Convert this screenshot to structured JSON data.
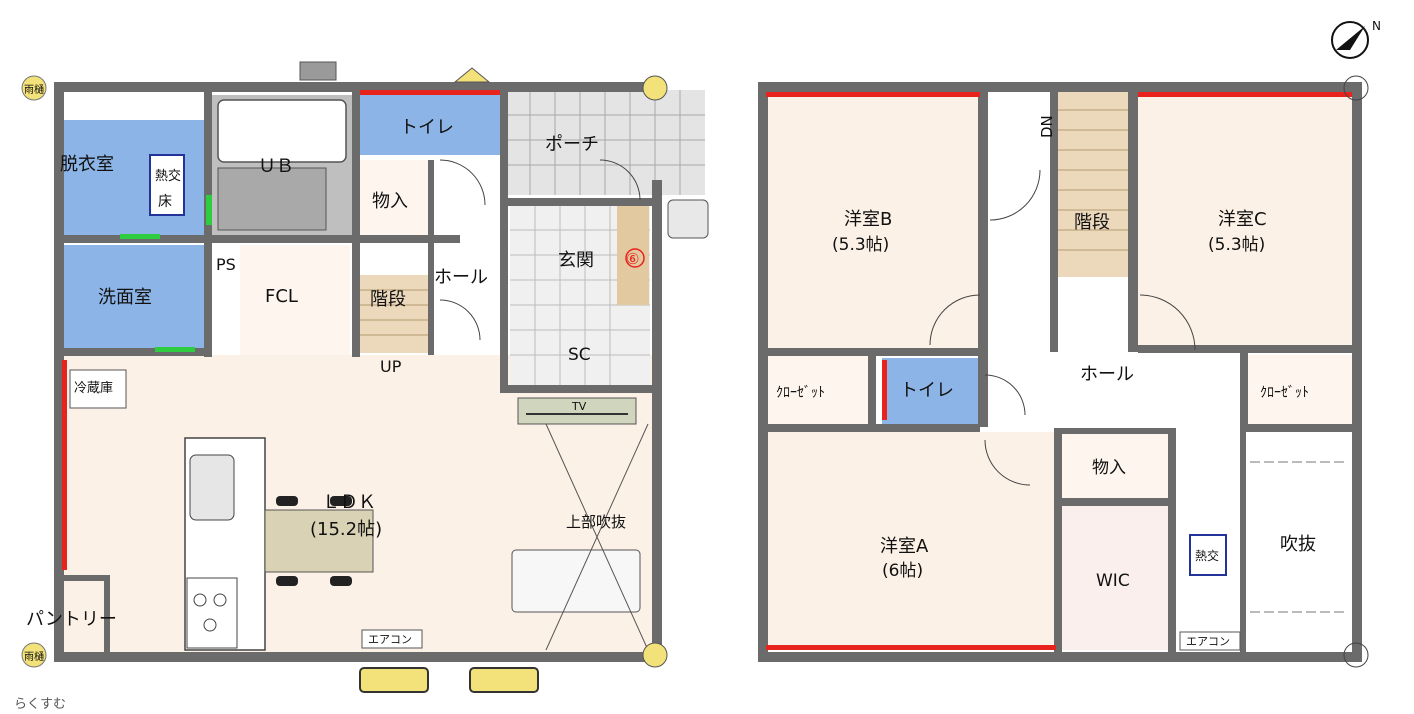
{
  "floor1": {
    "rooms": {
      "datsuishitsu": "脱衣室",
      "ub": "ＵＢ",
      "toilet": "トイレ",
      "porch": "ポーチ",
      "monoire": "物入",
      "ps": "PS",
      "fcl": "FCL",
      "kaidan": "階段",
      "hall": "ホール",
      "genkan": "玄関",
      "senmen": "洗面室",
      "sc": "SC",
      "up": "UP",
      "reizouko": "冷蔵庫",
      "tv": "TV",
      "ldk": "ＬＤＫ",
      "ldk_size": "(15.2帖)",
      "fukinuke_above": "上部吹抜",
      "pantry": "パントリー",
      "aircon": "エアコン",
      "netsu": "熱交",
      "yuka": "床",
      "amadoi": "雨樋",
      "six": "⑥"
    }
  },
  "floor2": {
    "rooms": {
      "western_b": "洋室B",
      "western_b_size": "(5.3帖)",
      "dn": "DN",
      "kaidan": "階段",
      "western_c": "洋室C",
      "western_c_size": "(5.3帖)",
      "closet": "ｸﾛｰｾﾞｯﾄ",
      "toilet": "トイレ",
      "hall": "ホール",
      "monoire": "物入",
      "western_a": "洋室A",
      "western_a_size": "(6帖)",
      "wic": "WIC",
      "fukinuke": "吹抜",
      "aircon": "エアコン",
      "netsu": "熱交"
    }
  },
  "watermark": "らくすむ",
  "compass": "N",
  "colors": {
    "wet_area": "#8db4e6",
    "floor_fill": "#fcf1e6",
    "stair_fill": "#ecd9bb",
    "tile": "#e6e6e6",
    "warning_wall": "#e8231d",
    "wall": "#6b6b6b"
  }
}
